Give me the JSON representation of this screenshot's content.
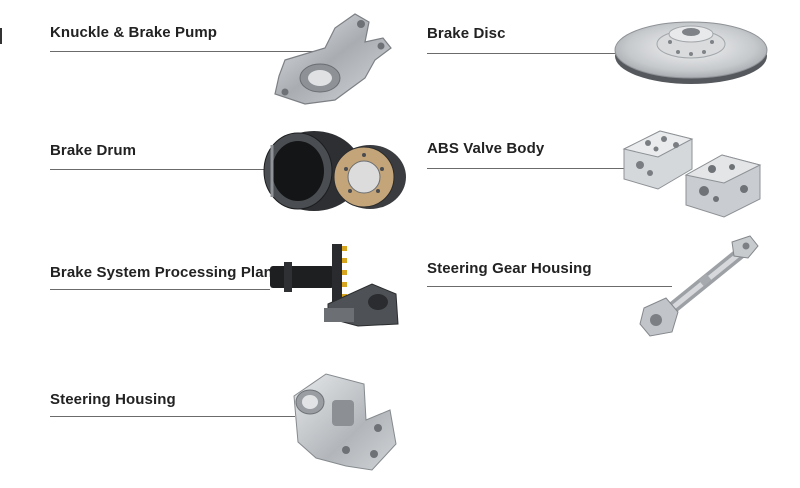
{
  "products": [
    {
      "id": "knuckle",
      "label": "Knuckle & Brake Pump",
      "icon": "knuckle-part-icon"
    },
    {
      "id": "disc",
      "label": "Brake Disc",
      "icon": "brake-disc-icon"
    },
    {
      "id": "drum",
      "label": "Brake Drum",
      "icon": "brake-drum-icon"
    },
    {
      "id": "abs",
      "label": "ABS Valve Body",
      "icon": "abs-valve-body-icon"
    },
    {
      "id": "plan",
      "label": "Brake System Processing Plan",
      "icon": "processing-plan-icon"
    },
    {
      "id": "steering-gear",
      "label": "Steering Gear Housing",
      "icon": "steering-gear-housing-icon"
    },
    {
      "id": "steering",
      "label": "Steering Housing",
      "icon": "steering-housing-icon"
    }
  ],
  "colors": {
    "text": "#222222",
    "rule": "#6b6b6b",
    "metal": "#b9bcc0"
  }
}
